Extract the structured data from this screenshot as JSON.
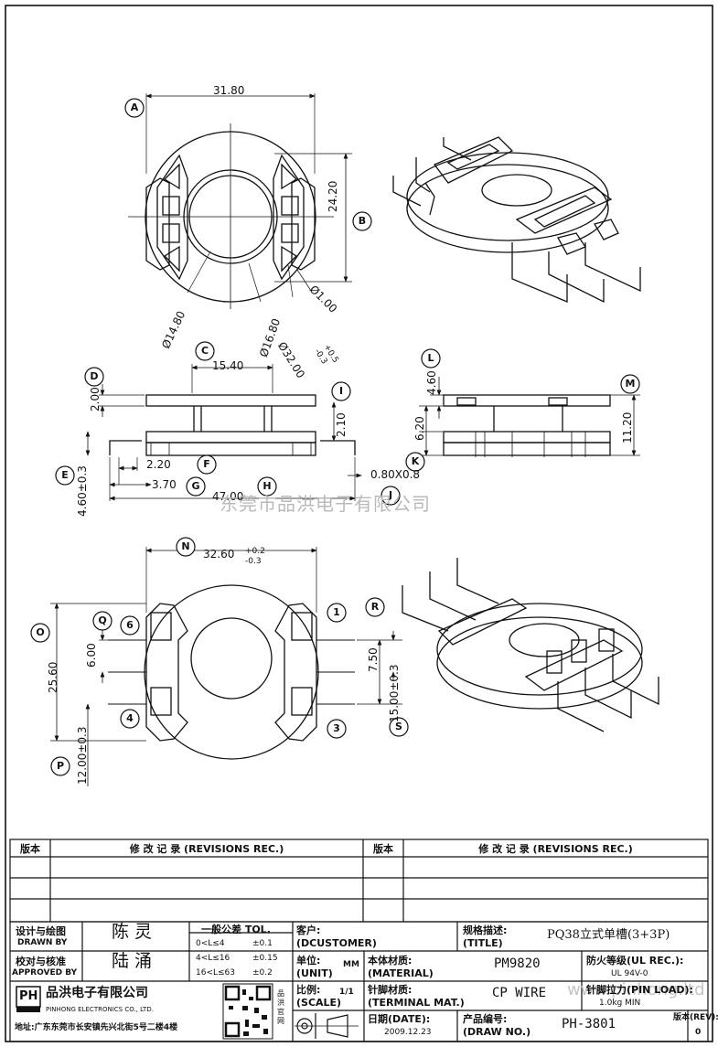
{
  "drawing": {
    "dims_top": {
      "width": "31.80",
      "height": "24.20",
      "d1": "Ø14.80",
      "d2": "Ø16.80",
      "d3": "Ø32.00",
      "d3_tol_plus": "+0.5",
      "d3_tol_minus": "-0.3",
      "d4": "Ø1.00"
    },
    "dims_side": {
      "c": "15.40",
      "d": "2.00",
      "e": "4.60±0.3",
      "f": "2.20",
      "g": "3.70",
      "h": "47.00",
      "i": "2.10",
      "j": "0.80X0.8",
      "l": "4.60",
      "k": "6.20",
      "m": "11.20"
    },
    "dims_bottom": {
      "n": "32.60",
      "n_tol_plus": "+0.2",
      "n_tol_minus": "-0.3",
      "o": "25.60",
      "q": "6.00",
      "r": "7.50",
      "s": "15.00±0.3",
      "p": "12.00±0.3"
    },
    "balloons": [
      "A",
      "B",
      "C",
      "D",
      "E",
      "F",
      "G",
      "H",
      "I",
      "J",
      "K",
      "L",
      "M",
      "N",
      "O",
      "P",
      "Q",
      "R",
      "S"
    ],
    "pins": [
      "1",
      "3",
      "4",
      "6"
    ]
  },
  "watermark": "东莞市品洪电子有限公司",
  "watermark2": "www.pinhong.ltd",
  "revisions": {
    "col1": "版本",
    "col2": "修 改 记 录 (REVISIONS REC.)",
    "col3": "版本",
    "col4": "修 改 记 录 (REVISIONS REC.)"
  },
  "title_block": {
    "design_cn": "设计与绘图",
    "design_en": "DRAWN BY",
    "design_name": "陈 灵",
    "check_cn": "校对与核准",
    "check_en": "APPROVED BY",
    "check_name": "陆 涌",
    "tol_title": "一般公差 TOL.",
    "tol_rows": [
      [
        "0<L≤4",
        "±0.1"
      ],
      [
        "4<L≤16",
        "±0.15"
      ],
      [
        "16<L≤63",
        "±0.2"
      ]
    ],
    "customer_cn": "客户:",
    "customer_en": "(DCUSTOMER)",
    "unit_cn": "单位:",
    "unit_en": "(UNIT)",
    "unit_val": "MM",
    "scale_cn": "比例:",
    "scale_en": "(SCALE)",
    "scale_val": "1/1",
    "spec_cn": "规格描述:",
    "spec_en": "(TITLE)",
    "spec_val": "PQ38立式单槽(3+3P)",
    "material_cn": "本体材质:",
    "material_en": "(MATERIAL)",
    "material_val": "PM9820",
    "fire_cn": "防火等级(UL REC.):",
    "fire_val": "UL 94V-0",
    "terminal_cn": "针脚材质:",
    "terminal_en": "(TERMINAL MAT.)",
    "terminal_val": "CP WIRE",
    "pinload_cn": "针脚拉力(PIN LOAD):",
    "pinload_val": "1.0kg MIN",
    "date_cn": "日期(DATE):",
    "date_val": "2009.12.23",
    "drawno_cn": "产品编号:",
    "drawno_en": "(DRAW NO.)",
    "drawno_val": "PH-3801",
    "rev_cn": "版本(REV):",
    "rev_val": "0",
    "company_cn": "品洪电子有限公司",
    "company_en": "PINHONG ELECTRONICS CO., LTD.",
    "logo": "PH",
    "address": "地址:广东东莞市长安镇先兴北街5号二楼4楼",
    "qr_side": "品洪官网"
  }
}
